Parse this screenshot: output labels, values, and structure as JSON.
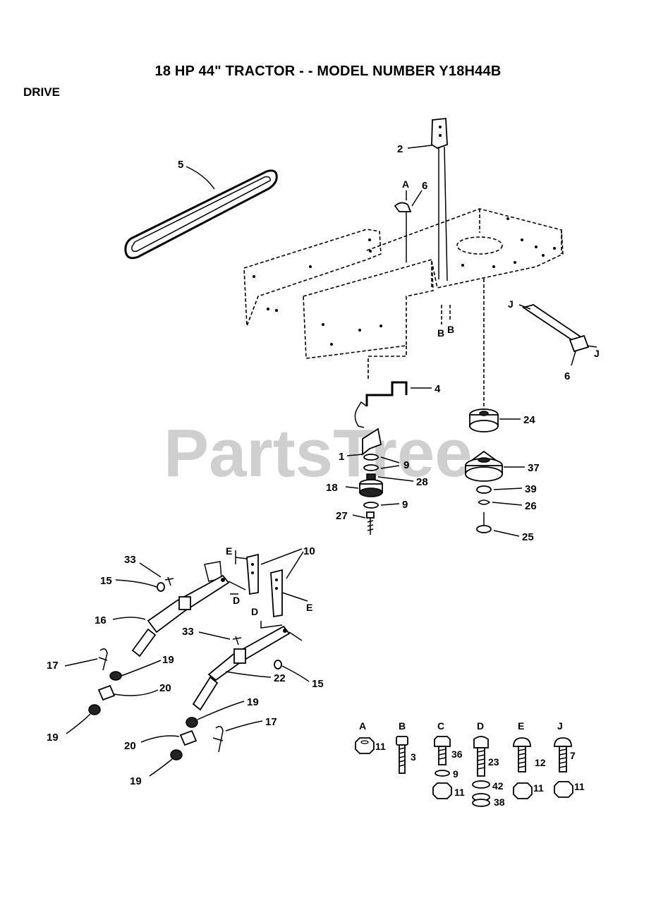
{
  "header": {
    "title": "18 HP 44\" TRACTOR - - MODEL NUMBER Y18H44B",
    "section": "DRIVE"
  },
  "watermark": "PartsTree",
  "callouts": {
    "belt": "5",
    "bracket_top": "2",
    "ref_a": "A",
    "clip_6_top": "6",
    "ref_b1": "B",
    "ref_b2": "B",
    "ref_j1": "J",
    "ref_j2": "J",
    "brace_6": "6",
    "rod_4": "4",
    "arm_1": "1",
    "washer_9a": "9",
    "spacer_28": "28",
    "pulley_18": "18",
    "washer_9b": "9",
    "bolt_27": "27",
    "pulley_24": "24",
    "clutch_37": "37",
    "part_39": "39",
    "part_26": "26",
    "bolt_25": "25",
    "ref_e1": "E",
    "ref_d1": "D",
    "ref_e2": "E",
    "ref_d2": "D",
    "bracket_10": "10",
    "pin_33a": "33",
    "washer_15a": "15",
    "lever_16": "16",
    "clip_17a": "17",
    "nut_19a": "19",
    "fitting_20a": "20",
    "nut_19b": "19",
    "pin_33b": "33",
    "washer_15b": "15",
    "lever_22": "22",
    "nut_19c": "19",
    "clip_17b": "17",
    "fitting_20b": "20",
    "nut_19d": "19"
  },
  "hardware_key": {
    "columns": [
      {
        "letter": "A",
        "parts": [
          "11"
        ]
      },
      {
        "letter": "B",
        "parts": [
          "3"
        ]
      },
      {
        "letter": "C",
        "parts": [
          "36",
          "9",
          "11"
        ]
      },
      {
        "letter": "D",
        "parts": [
          "23",
          "42",
          "38"
        ]
      },
      {
        "letter": "E",
        "parts": [
          "12",
          "11"
        ]
      },
      {
        "letter": "J",
        "parts": [
          "7",
          "11"
        ]
      }
    ]
  }
}
